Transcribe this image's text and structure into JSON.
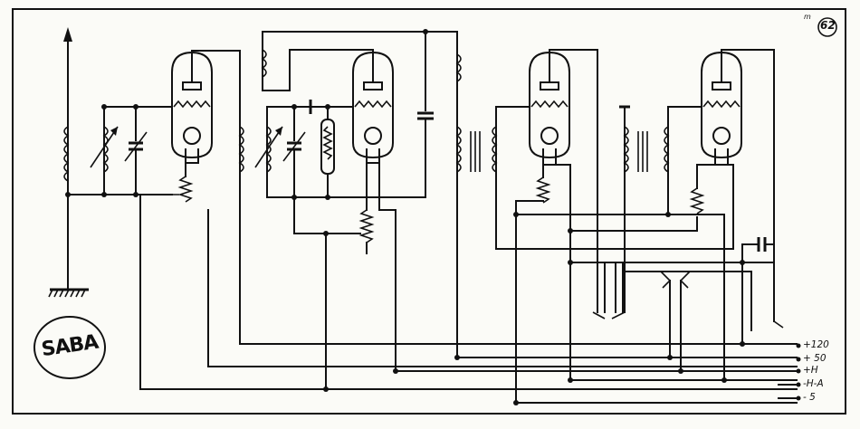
{
  "logo": {
    "text": "SABA"
  },
  "sheet_number": "62",
  "top_mark": "m",
  "terminals": [
    {
      "label": "+120"
    },
    {
      "label": "+ 50"
    },
    {
      "label": "+H"
    },
    {
      "label": "-H-A"
    },
    {
      "label": "- 5"
    }
  ],
  "colors": {
    "ink": "#111111",
    "paper": "#fbfbf7"
  }
}
